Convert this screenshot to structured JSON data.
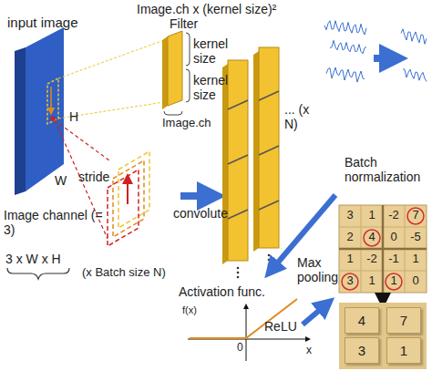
{
  "diagram": {
    "nodes": [
      {
        "text": [
          "4"
        ]
      },
      {
        "text": [
          "7"
        ]
      },
      {
        "text": [
          "3"
        ]
      },
      {
        "text": [
          "1"
        ]
      }
    ],
    "labels": [
      "Image.ch x (kernel size)²",
      "input image",
      "Filter",
      "kernel size",
      "kernel size",
      "Image.ch",
      "H",
      "W",
      "stride",
      "convolute",
      "... (x N)",
      "Batch normalization",
      "Image channel (= 3)",
      "3 x W x H",
      "(x Batch size N)",
      "Activation func.",
      "f(x)",
      "0",
      "x",
      "ReLU",
      "Max pooling",
      "3",
      "1",
      "-2",
      "7",
      "2",
      "4",
      "0",
      "-5",
      "1",
      "-2",
      "-1",
      "1",
      "3",
      "1",
      "1",
      "0"
    ]
  }
}
